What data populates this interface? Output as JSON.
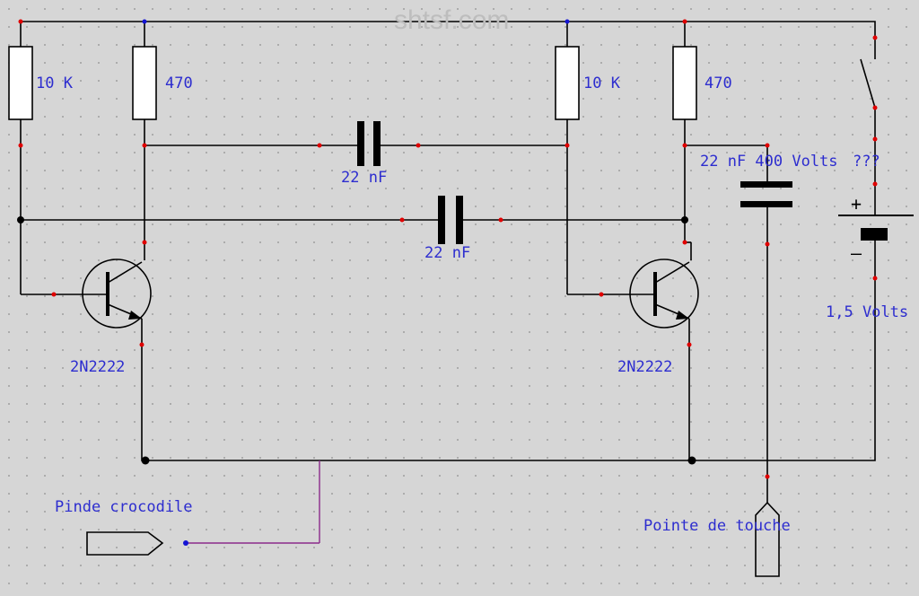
{
  "watermark": "shtsf.com",
  "labels": {
    "r1": "10 K",
    "r2": "470",
    "r3": "10 K",
    "r4": "470",
    "c1": "22 nF",
    "c2": "22 nF",
    "c3": "22 nF 400 Volts",
    "switch": "???",
    "q1": "2N2222",
    "q2": "2N2222",
    "battery": "1,5 Volts",
    "battery_plus": "+",
    "battery_minus": "–",
    "clip": "Pinde crocodile",
    "probe": "Pointe de touche"
  },
  "colors": {
    "background": "#d6d6d6",
    "wire": "#000000",
    "label": "#2d2dcf",
    "node": "#e00000",
    "ground_wire": "#8b2a8b"
  }
}
